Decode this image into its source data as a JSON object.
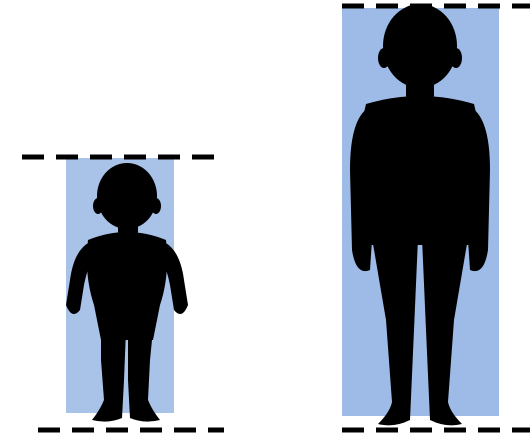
{
  "figures": [
    {
      "id": "small-child",
      "label": "",
      "fill": "#000000",
      "box_color": "#a9c2e8"
    },
    {
      "id": "tall-child",
      "label": "",
      "fill": "#000000",
      "box_color": "#9dbbe6"
    }
  ],
  "colors": {
    "background": "#ffffff",
    "guide_line": "#000000"
  },
  "guides": {
    "style": "dashed"
  }
}
